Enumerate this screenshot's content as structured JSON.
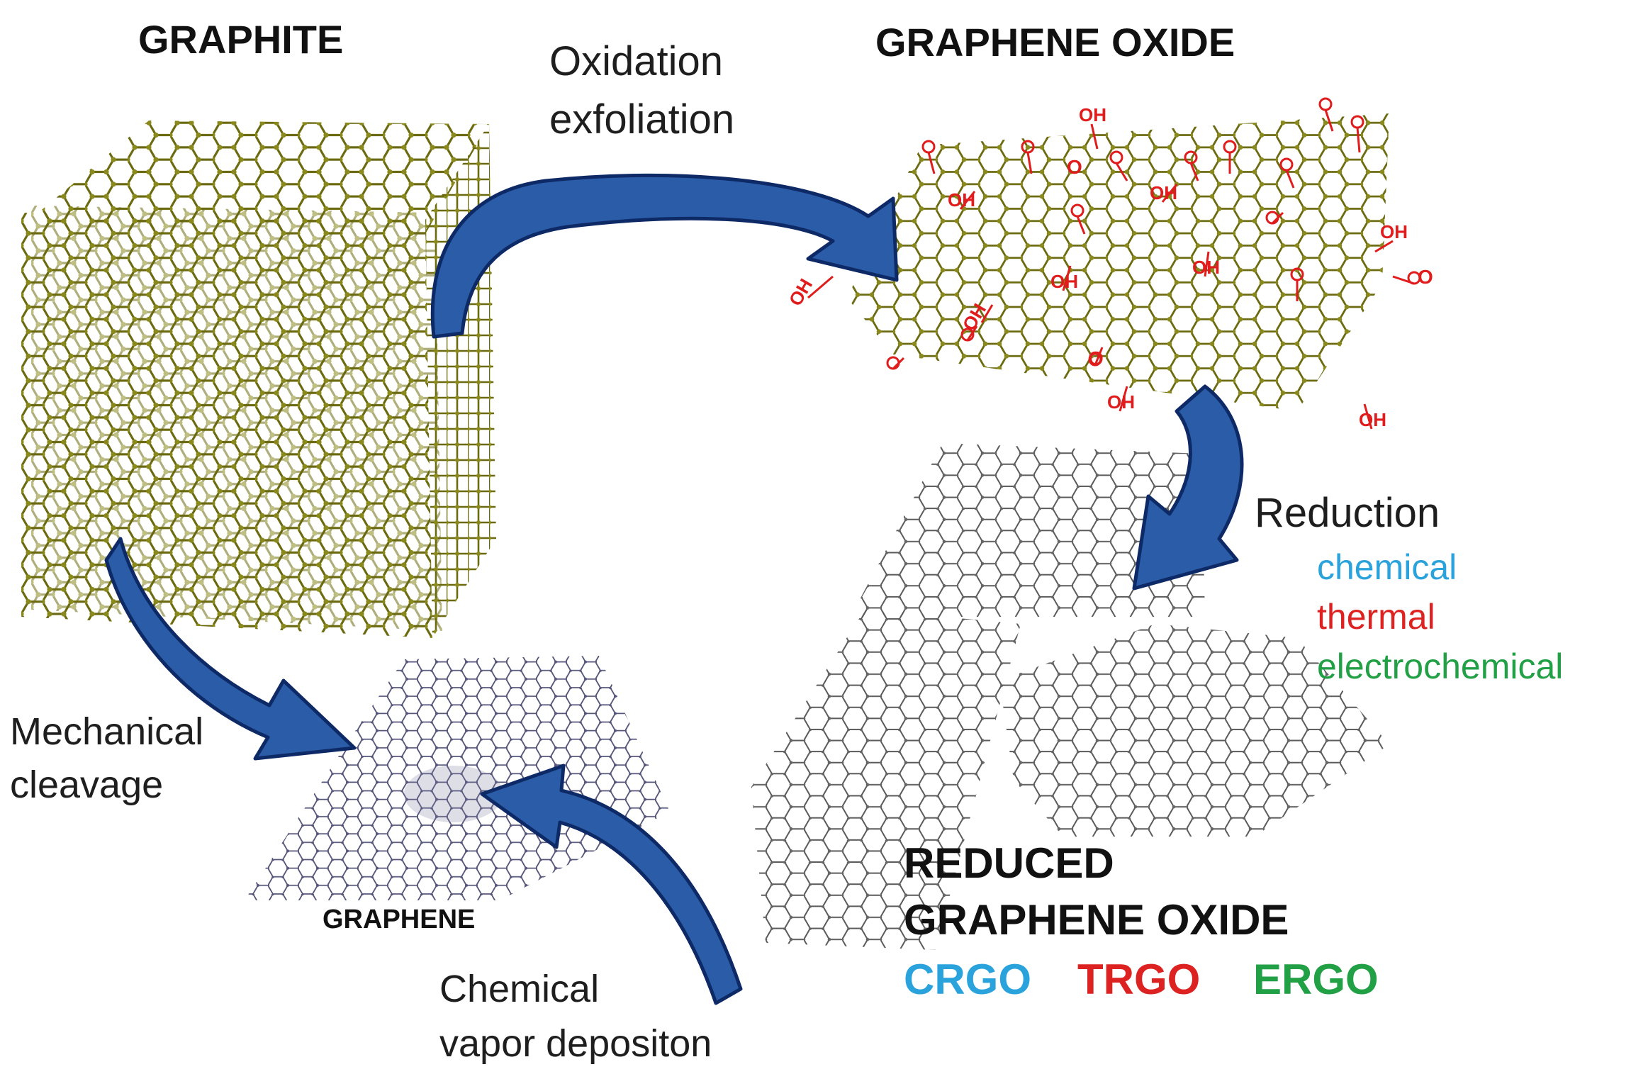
{
  "labels": {
    "graphite": "GRAPHITE",
    "graphene_oxide": "GRAPHENE OXIDE",
    "oxidation_line1": "Oxidation",
    "oxidation_line2": "exfoliation",
    "reduction": "Reduction",
    "reduction_chemical": "chemical",
    "reduction_thermal": "thermal",
    "reduction_electrochemical": "electrochemical",
    "mechanical_line1": "Mechanical",
    "mechanical_line2": "cleavage",
    "graphene": "GRAPHENE",
    "cvd_line1": "Chemical",
    "cvd_line2": "vapor depositon",
    "rgo_line1": "REDUCED",
    "rgo_line2": "GRAPHENE OXIDE",
    "crgo": "CRGO",
    "trgo": "TRGO",
    "ergo": "ERGO"
  },
  "functional_groups": {
    "hydroxyl": "OH",
    "oxygen": "O"
  },
  "colors": {
    "graphite_lattice": "#6b6a10",
    "graphite_atom": "#8a8a1c",
    "oxide_group": "#e01c1c",
    "graphene_lattice": "#55557a",
    "rgo_lattice": "#5a5a5a",
    "arrow_fill": "#2a5ca8",
    "arrow_stroke": "#0e2a66",
    "chemical": "#2aa3dc",
    "thermal": "#dd2222",
    "electrochemical": "#21a045",
    "text_dark": "#111111"
  }
}
